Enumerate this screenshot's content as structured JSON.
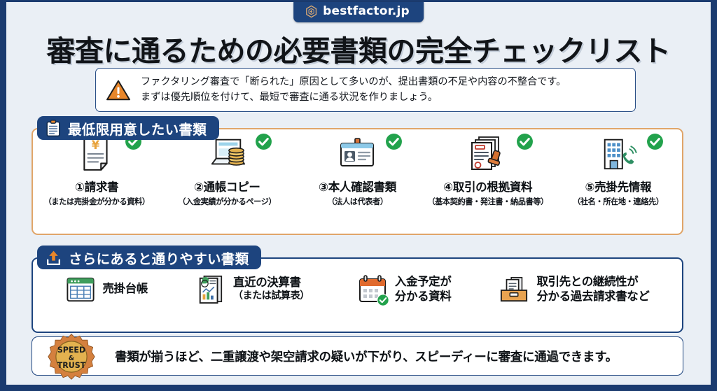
{
  "brand": {
    "name": "bestfactor.jp",
    "logo_icon": "hexagon-logo-icon"
  },
  "title": "審査に通るための必要書類の完全チェックリスト",
  "warning": {
    "icon": "warning-triangle-icon",
    "line1": "ファクタリング審査で「断られた」原因として多いのが、提出書類の不足や内容の不整合です。",
    "line2": "まずは優先順位を付けて、最短で審査に通る状況を作りましょう。"
  },
  "sections": [
    {
      "id": "required",
      "tab_icon": "clipboard-icon",
      "tab_label": "最低限用意したい書類",
      "border_color": "#e0a569",
      "items": [
        {
          "icon": "invoice-yen-icon",
          "title": "①請求書",
          "sub": "（または売掛金が分かる資料）",
          "checked": true
        },
        {
          "icon": "bankbook-coins-icon",
          "title": "②通帳コピー",
          "sub": "（入金実績が分かるページ）",
          "checked": true
        },
        {
          "icon": "id-card-icon",
          "title": "③本人確認書類",
          "sub": "（法人は代表者）",
          "checked": true
        },
        {
          "icon": "contract-stamp-icon",
          "title": "④取引の根拠資料",
          "sub": "（基本契約書・発注書・納品書等）",
          "checked": true
        },
        {
          "icon": "building-phone-icon",
          "title": "⑤売掛先情報",
          "sub": "（社名・所在地・連絡先）",
          "checked": true
        }
      ]
    },
    {
      "id": "extra",
      "tab_icon": "upload-arrow-icon",
      "tab_label": "さらにあると通りやすい書類",
      "border_color": "#1d447e",
      "items": [
        {
          "icon": "ledger-table-icon",
          "line1": "売掛台帳",
          "line2": "",
          "checked": false
        },
        {
          "icon": "financial-report-icon",
          "line1": "直近の決算書",
          "line2": "（または試算表）",
          "checked": false
        },
        {
          "icon": "calendar-icon",
          "line1": "入金予定が",
          "line2": "分かる資料",
          "checked": true
        },
        {
          "icon": "file-box-icon",
          "line1": "取引先との継続性が",
          "line2": "分かる過去請求書など",
          "checked": false
        }
      ]
    }
  ],
  "banner": {
    "seal_icon": "speed-trust-seal-icon",
    "seal_line1": "SPEED",
    "seal_line2": "&",
    "seal_line3": "TRUST",
    "text": "書類が揃うほど、二重譲渡や架空請求の疑いが下がり、スピーディーに審査に通過できます。"
  },
  "colors": {
    "navy": "#1d447e",
    "orange": "#e0a569",
    "green": "#22a24c",
    "background": "#eaeff5"
  }
}
